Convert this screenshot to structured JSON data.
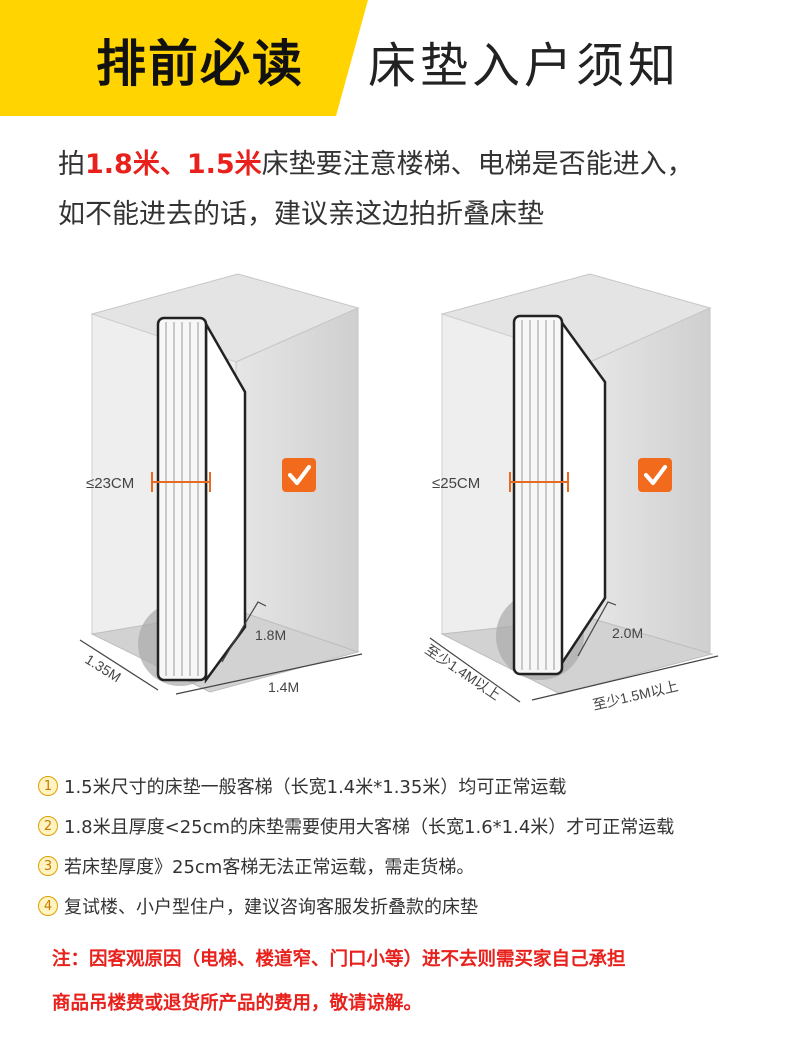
{
  "header": {
    "left_title": "排前必读",
    "right_title": "床垫入户须知",
    "accent_color": "#ffd400"
  },
  "intro": {
    "line1_prefix": "拍",
    "line1_highlight": "1.8米、1.5米",
    "line1_suffix": "床垫要注意楼梯、电梯是否能进入，",
    "line2": "如不能进去的话，建议亲这边拍折叠床垫",
    "highlight_color": "#e8211c"
  },
  "diagram_left": {
    "thickness_label": "≤23CM",
    "height_label": "1.8M",
    "depth_label": "1.35M",
    "width_label": "1.4M",
    "check_icon": "check-icon"
  },
  "diagram_right": {
    "thickness_label": "≤25CM",
    "height_label": "2.0M",
    "depth_label": "至少1.4M以上",
    "width_label": "至少1.5M以上",
    "check_icon": "check-icon"
  },
  "notes": [
    {
      "num": "1",
      "text": "1.5米尺寸的床垫一般客梯（长宽1.4米*1.35米）均可正常运载"
    },
    {
      "num": "2",
      "text": "1.8米且厚度<25cm的床垫需要使用大客梯（长宽1.6*1.4米）才可正常运载"
    },
    {
      "num": "3",
      "text": "若床垫厚度》25cm客梯无法正常运载，需走货梯。"
    },
    {
      "num": "4",
      "text": "复试楼、小户型住户，建议咨询客服发折叠款的床垫"
    }
  ],
  "warning": {
    "line1": "注：因客观原因（电梯、楼道窄、门口小等）进不去则需买家自己承担",
    "line2": "商品吊楼费或退货所产品的费用，敬请谅解。"
  }
}
